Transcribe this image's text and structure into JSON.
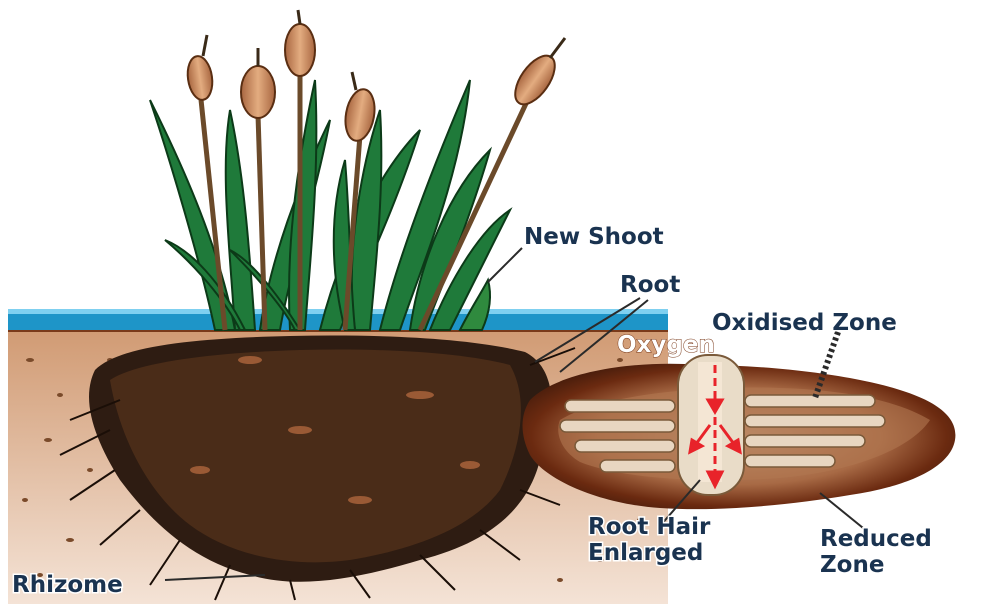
{
  "labels": {
    "new_shoot": "New Shoot",
    "root": "Root",
    "oxidised_zone": "Oxidised Zone",
    "oxygen": "Oxygen",
    "root_hair_line1": "Root Hair",
    "root_hair_line2": "Enlarged",
    "reduced_zone_line1": "Reduced",
    "reduced_zone_line2": "Zone",
    "rhizome": "Rhizome"
  },
  "colors": {
    "soil": "#d6a985",
    "water": "#1e95c8",
    "leaf": "#1f7a3a",
    "cattail_head": "#c8875a",
    "root_mass": "#2e1c12",
    "oxidised_zone": "#6b2a10",
    "oxygen_arrow": "#e8232a"
  }
}
